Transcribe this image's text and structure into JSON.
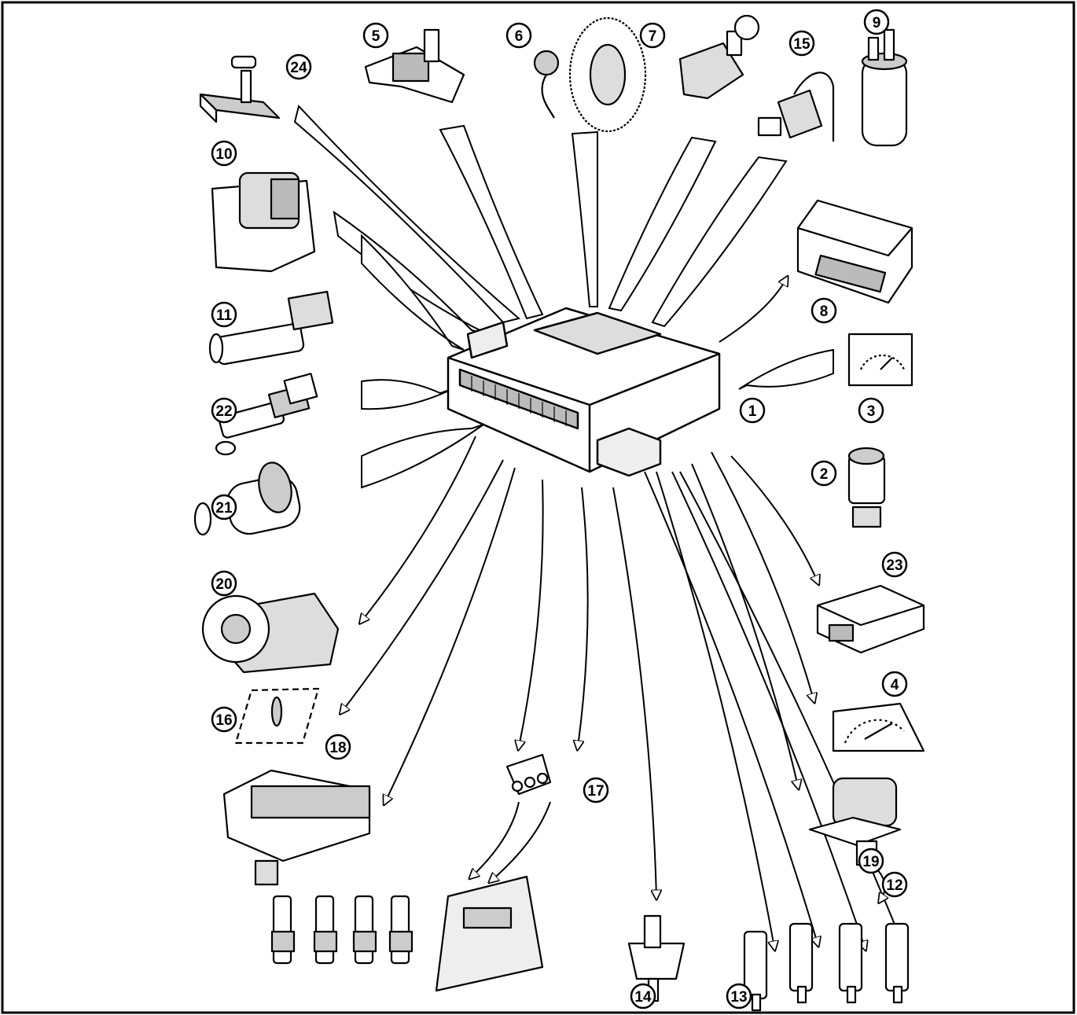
{
  "diagram": {
    "central_unit": {
      "number": "1"
    },
    "components": [
      {
        "number": "24",
        "icon": "gear-selector-icon"
      },
      {
        "number": "5",
        "icon": "pressure-sensor-icon"
      },
      {
        "number": "6",
        "icon": "flywheel-sensor-icon"
      },
      {
        "number": "7",
        "icon": "ignition-switch-icon"
      },
      {
        "number": "15",
        "icon": "knock-sensor-icon"
      },
      {
        "number": "9",
        "icon": "fuel-pump-icon"
      },
      {
        "number": "10",
        "icon": "throttle-sensor-icon"
      },
      {
        "number": "8",
        "icon": "relay-box-icon"
      },
      {
        "number": "11",
        "icon": "temperature-sensor-icon"
      },
      {
        "number": "3",
        "icon": "tachometer-icon"
      },
      {
        "number": "22",
        "icon": "temperature-sender-icon"
      },
      {
        "number": "2",
        "icon": "speed-sensor-icon"
      },
      {
        "number": "21",
        "icon": "lambda-probe-icon"
      },
      {
        "number": "23",
        "icon": "control-module-icon"
      },
      {
        "number": "20",
        "icon": "ac-compressor-icon"
      },
      {
        "number": "4",
        "icon": "speedometer-icon"
      },
      {
        "number": "16",
        "icon": "warning-lamp-icon"
      },
      {
        "number": "18",
        "icon": "ignition-coil-icon"
      },
      {
        "number": "17",
        "icon": "diagnostic-connector-icon"
      },
      {
        "number": "12",
        "icon": "idle-actuator-icon"
      },
      {
        "number": "19",
        "icon": "spark-plug-icon"
      },
      {
        "number": "14",
        "icon": "canister-valve-icon"
      },
      {
        "number": "13",
        "icon": "injector-icon"
      }
    ]
  }
}
